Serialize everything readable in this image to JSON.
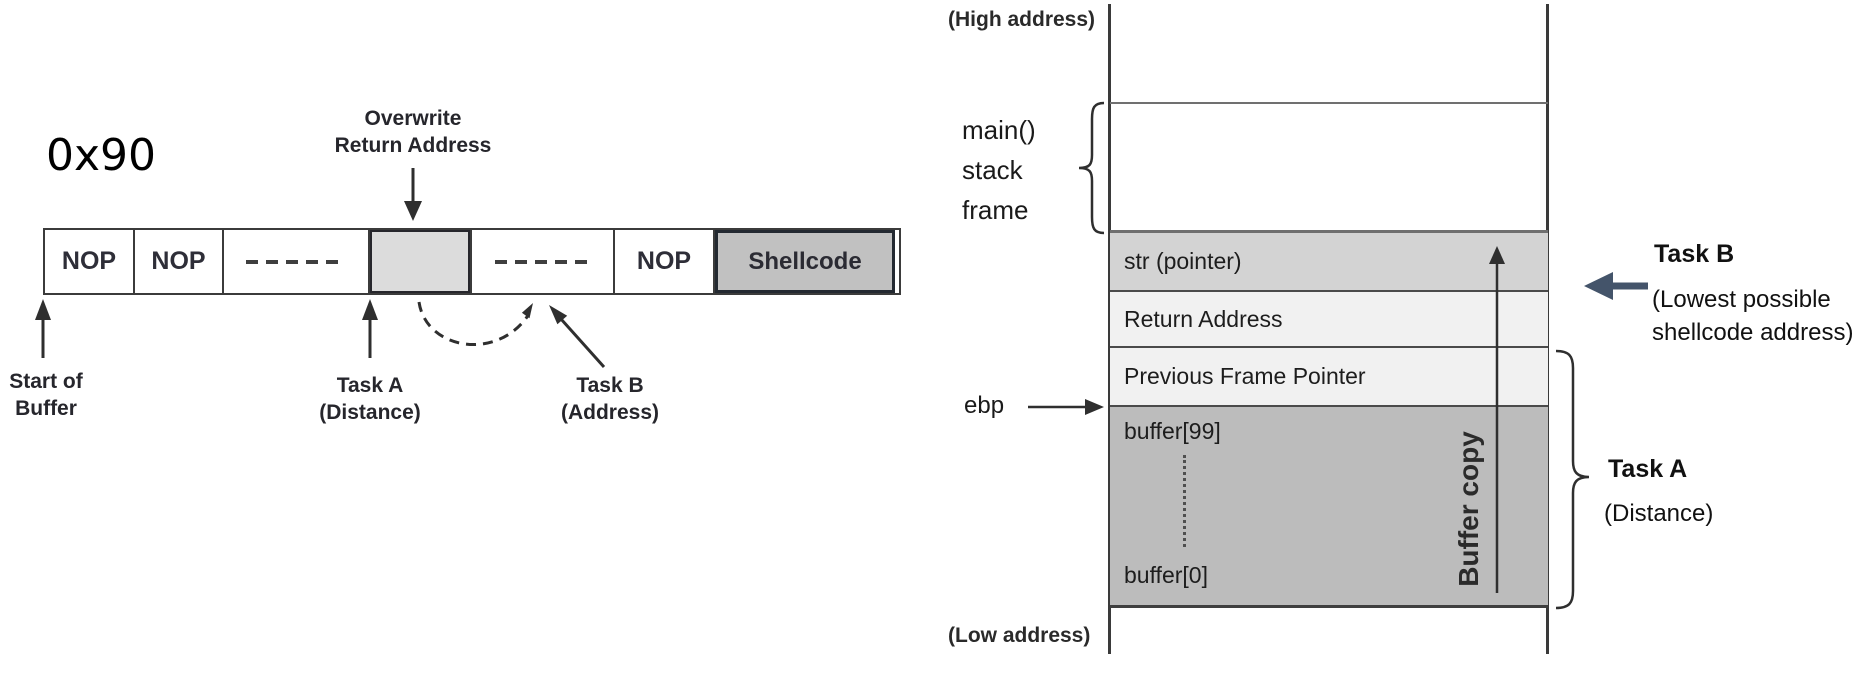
{
  "left_diagram": {
    "byte_label": "0x90",
    "overwrite_label": "Overwrite\nReturn Address",
    "cells": [
      {
        "label": "NOP"
      },
      {
        "label": "NOP"
      },
      {
        "label": ""
      },
      {
        "label": ""
      },
      {
        "label": ""
      },
      {
        "label": "NOP"
      },
      {
        "label": "Shellcode"
      }
    ],
    "start_of_buffer_label": "Start of\nBuffer",
    "task_a_label": "Task A\n(Distance)",
    "task_b_label": "Task B\n(Address)"
  },
  "right_diagram": {
    "high_address_label": "(High address)",
    "low_address_label": "(Low address)",
    "main_frame_label": "main()\nstack\nframe",
    "ebp_label": "ebp",
    "rows": {
      "str": "str (pointer)",
      "return_address": "Return Address",
      "previous_frame_pointer": "Previous Frame Pointer",
      "buffer_top": "buffer[99]",
      "buffer_bottom": "buffer[0]"
    },
    "buffer_copy_label": "Buffer copy",
    "task_b_title": "Task B",
    "task_b_subtitle": "(Lowest possible\nshellcode address)",
    "task_a_title": "Task A",
    "task_a_subtitle": "(Distance)"
  },
  "colors": {
    "task_b_arrow": "#44546A",
    "target_cell_fill": "#dcdcdc",
    "shellcode_cell_fill": "#c1c1c1",
    "str_row_fill": "#d3d3d3",
    "light_row_fill": "#f1f1f1",
    "buffer_row_fill": "#bcbcbc"
  }
}
